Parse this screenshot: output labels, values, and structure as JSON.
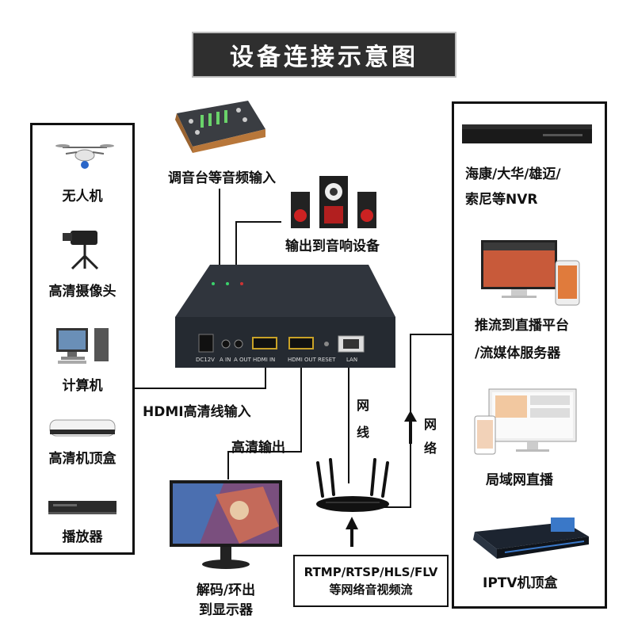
{
  "title": "设备连接示意图",
  "left_devices": [
    {
      "label": "无人机",
      "icon": "drone-icon"
    },
    {
      "label": "高清摄像头",
      "icon": "camera-icon"
    },
    {
      "label": "计算机",
      "icon": "computer-icon"
    },
    {
      "label": "高清机顶盒",
      "icon": "set-top-box-icon"
    },
    {
      "label": "播放器",
      "icon": "player-icon"
    }
  ],
  "right_devices": [
    {
      "line1": "海康/大华/雄迈/",
      "line2": "索尼等NVR",
      "icon": "nvr-icon"
    },
    {
      "line1": "推流到直播平台",
      "line2": "/流媒体服务器",
      "icon": "streaming-platform-icon"
    },
    {
      "line1": "局域网直播",
      "line2": "",
      "icon": "lan-live-icon"
    },
    {
      "line1": "IPTV机顶盒",
      "line2": "",
      "icon": "iptv-box-icon"
    }
  ],
  "top": {
    "mixer_label": "调音台等音频输入",
    "speaker_label": "输出到音响设备"
  },
  "encoder_ports": [
    "DC12V",
    "A IN",
    "A OUT",
    "HDMI IN",
    "HDMI OUT",
    "RESET",
    "LAN"
  ],
  "connections": {
    "hdmi_input": "HDMI高清线输入",
    "hd_output": "高清输出",
    "cable_char1": "网",
    "cable_char2": "线",
    "network_char1": "网",
    "network_char2": "络"
  },
  "monitor_label_line1": "解码/环出",
  "monitor_label_line2": "到显示器",
  "stream_box": {
    "line1": "RTMP/RTSP/HLS/FLV",
    "line2": "等网络音视频流"
  },
  "colors": {
    "title_bg": "#2f2f2f",
    "line": "#111111",
    "encoder": "#2a2f36"
  }
}
